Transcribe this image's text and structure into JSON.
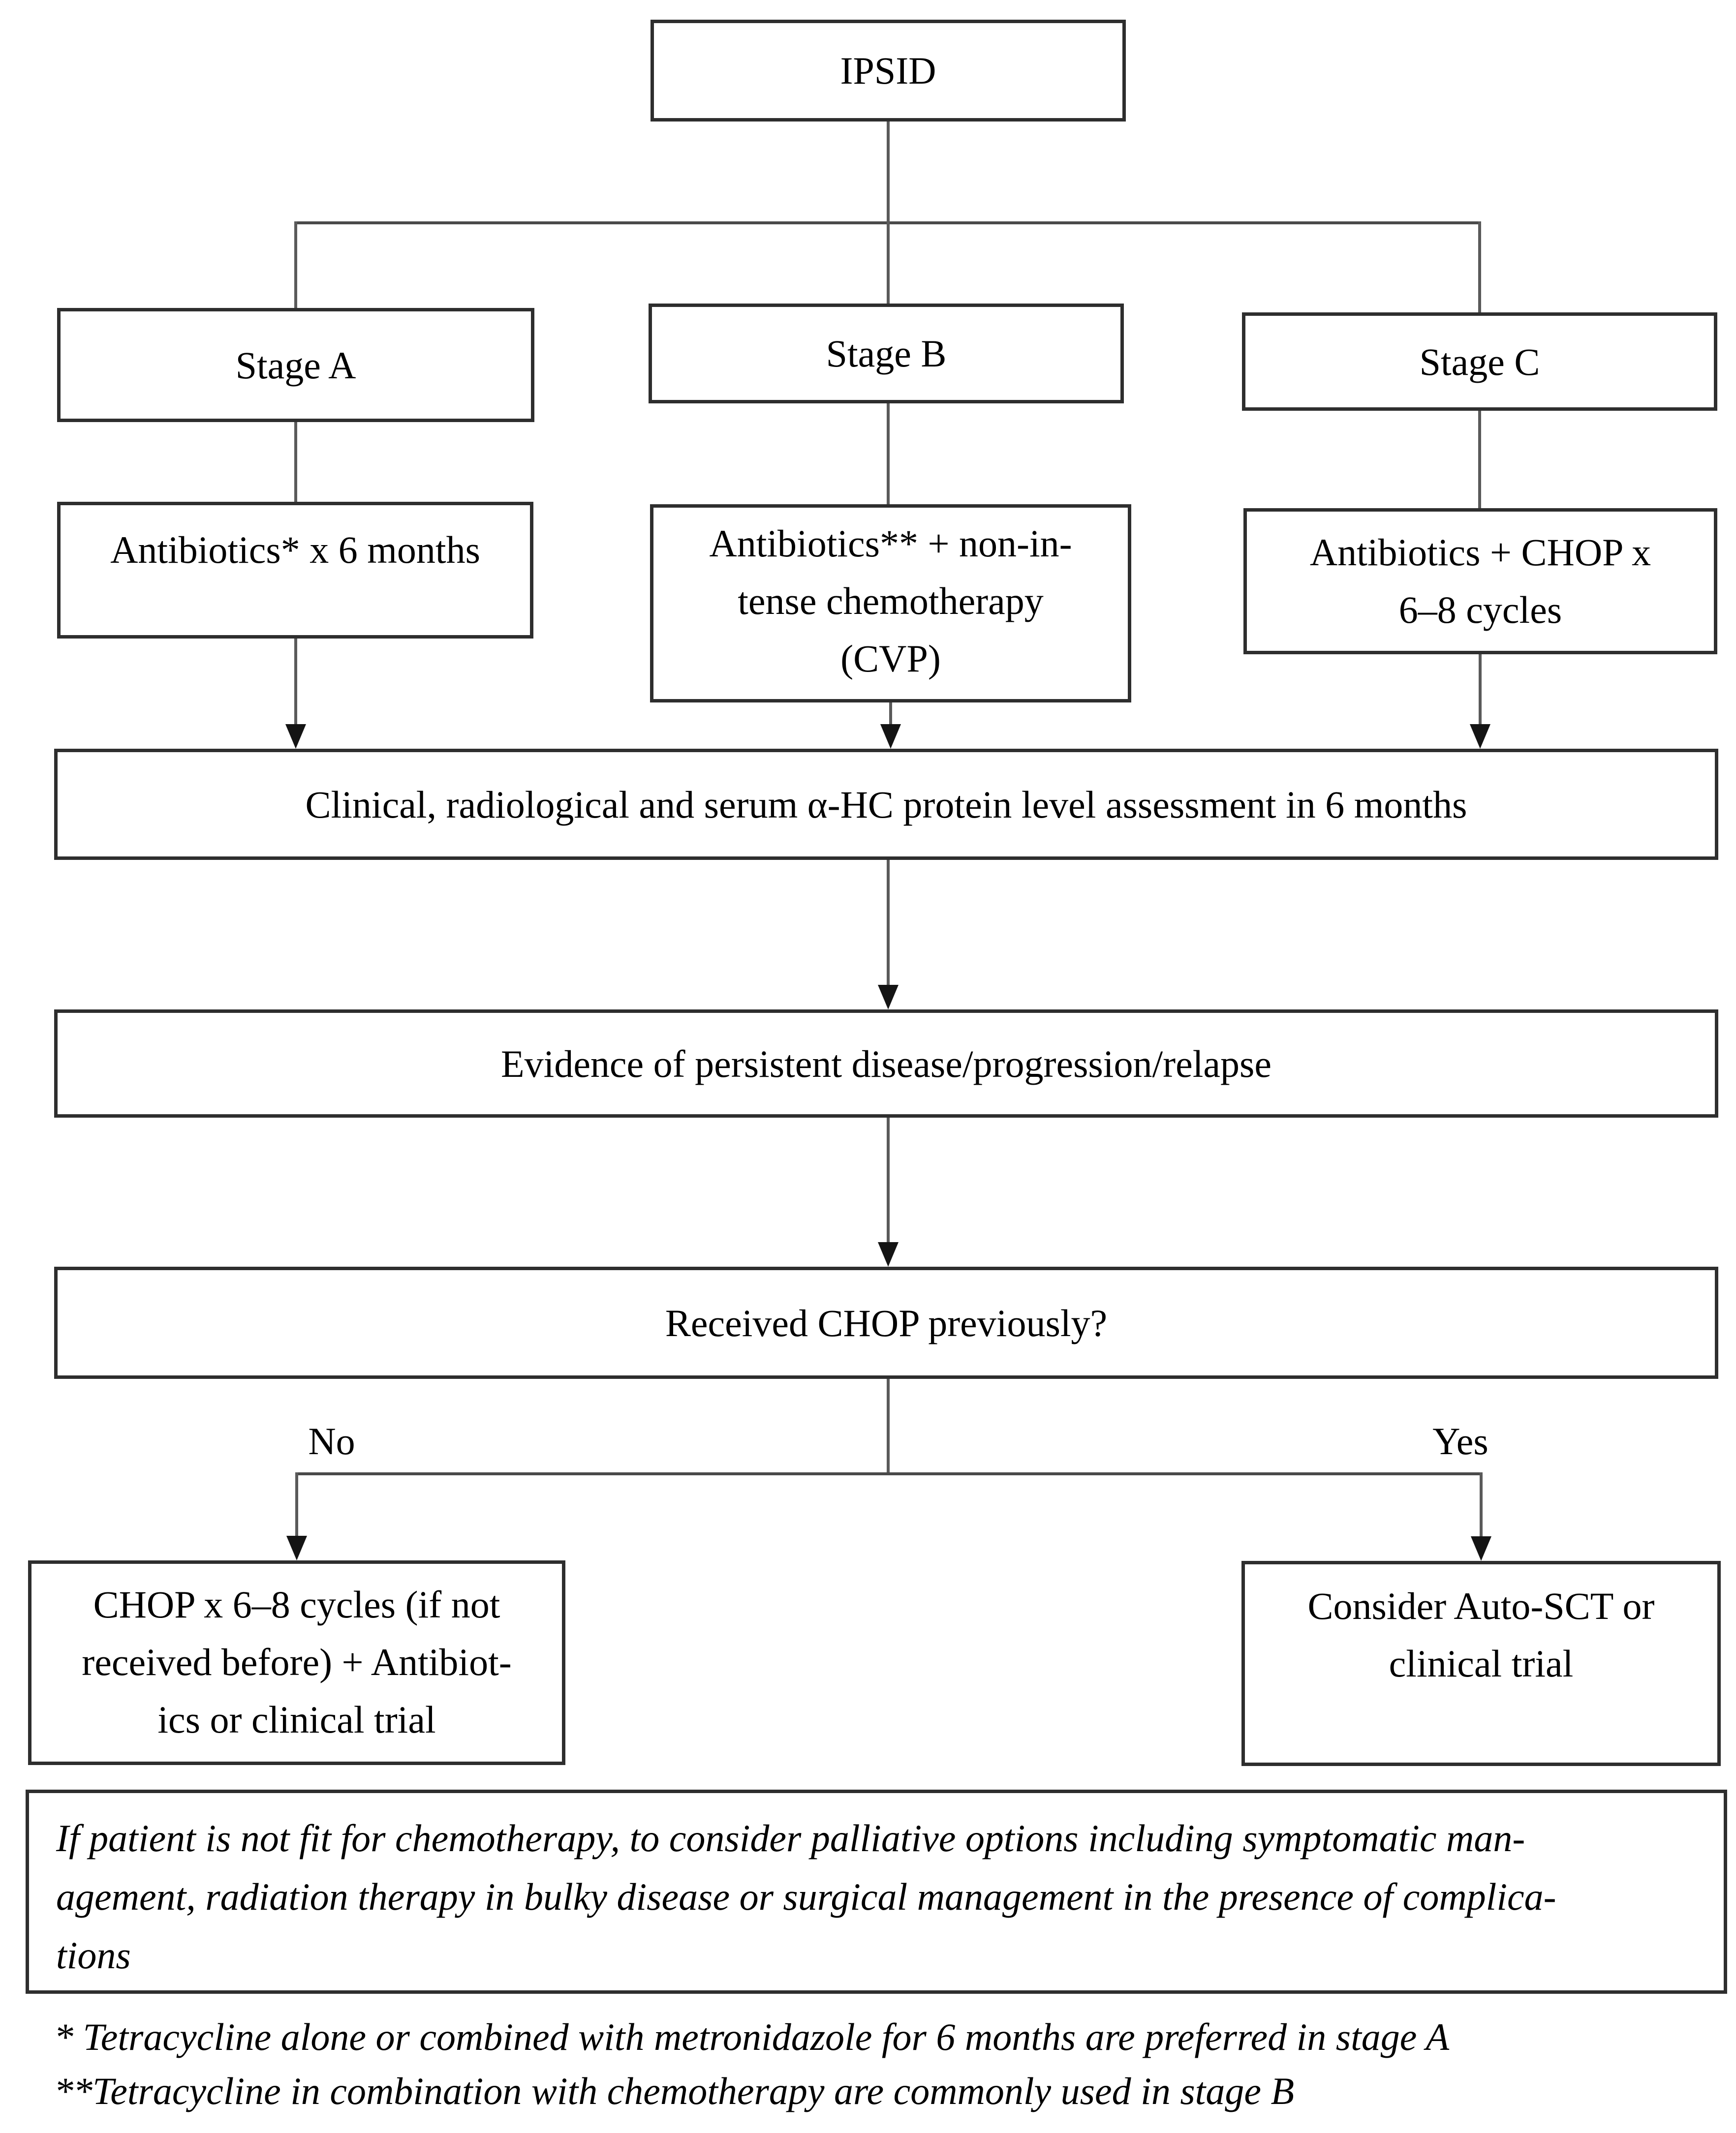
{
  "figure": {
    "root_label": "IPSID",
    "stages": [
      {
        "label": "Stage A",
        "treatment_lines": [
          "Antibiotics* x 6 months"
        ]
      },
      {
        "label": "Stage B",
        "treatment_lines": [
          "Antibiotics** + non-in-",
          "tense chemotherapy",
          "(CVP)"
        ]
      },
      {
        "label": "Stage C",
        "treatment_lines": [
          "Antibiotics + CHOP x",
          "6–8 cycles"
        ]
      }
    ],
    "assessment": "Clinical, radiological and serum α-HC protein level assessment in 6 months",
    "evidence": "Evidence of persistent disease/progression/relapse",
    "question": "Received CHOP previously?",
    "branch_no": {
      "label": "No",
      "result_lines": [
        "CHOP x 6–8 cycles (if not",
        "received before) + Antibiot-",
        "ics or clinical trial"
      ]
    },
    "branch_yes": {
      "label": "Yes",
      "result_lines": [
        "Consider Auto-SCT or",
        "clinical trial"
      ]
    },
    "palliative_note_lines": [
      "If patient is not fit for chemotherapy, to consider palliative options including symptomatic man-",
      "agement, radiation therapy in bulky disease or surgical management in the presence of complica-",
      "tions"
    ],
    "footnotes": [
      "* Tetracycline alone or combined with metronidazole for 6 months are preferred in stage A",
      "**Tetracycline in combination with chemotherapy are commonly used in stage B"
    ]
  },
  "colors": {
    "background": "#ffffff",
    "box_border": "#2e2e2e",
    "connector": "#5a5a5a",
    "arrow": "#141414",
    "text": "#000000"
  }
}
